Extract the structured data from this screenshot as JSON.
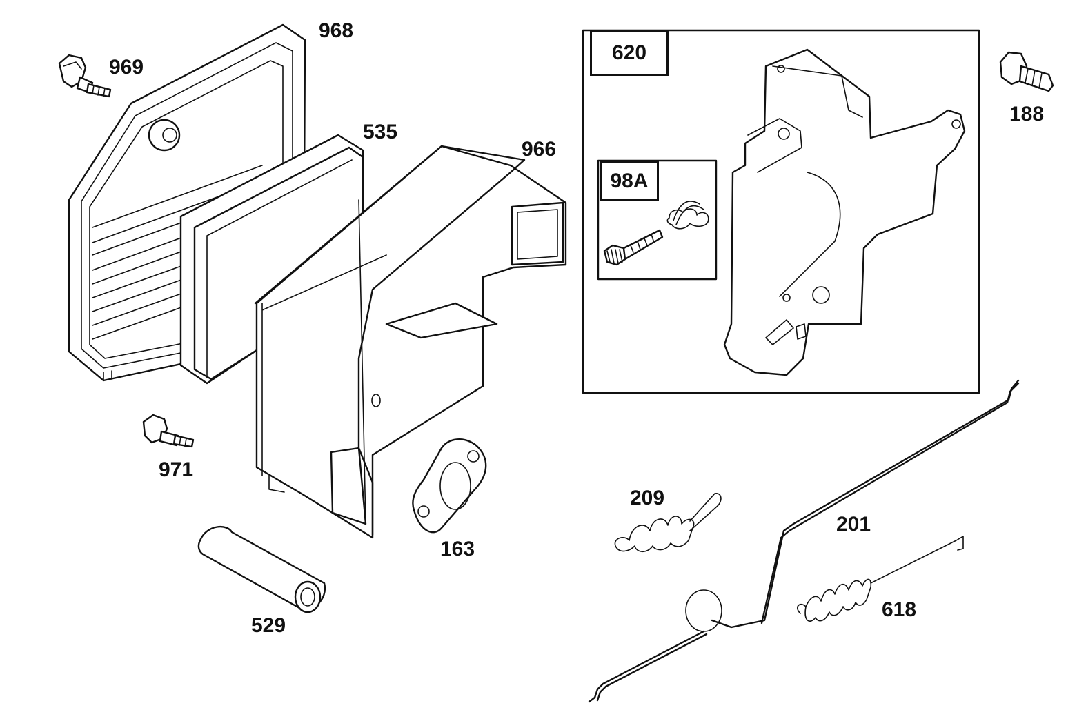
{
  "diagram": {
    "parts": [
      {
        "id": "968",
        "name": "air-cleaner-cover"
      },
      {
        "id": "969",
        "name": "cover-screw"
      },
      {
        "id": "535",
        "name": "air-filter-cartridge"
      },
      {
        "id": "966",
        "name": "air-cleaner-base"
      },
      {
        "id": "971",
        "name": "base-screw"
      },
      {
        "id": "163",
        "name": "gasket"
      },
      {
        "id": "529",
        "name": "breather-tube"
      },
      {
        "id": "620",
        "name": "control-bracket-assembly"
      },
      {
        "id": "98A",
        "name": "screw-and-spring-kit"
      },
      {
        "id": "188",
        "name": "bracket-screw"
      },
      {
        "id": "209",
        "name": "governor-spring"
      },
      {
        "id": "201",
        "name": "governor-link"
      },
      {
        "id": "618",
        "name": "link-spring"
      }
    ]
  }
}
